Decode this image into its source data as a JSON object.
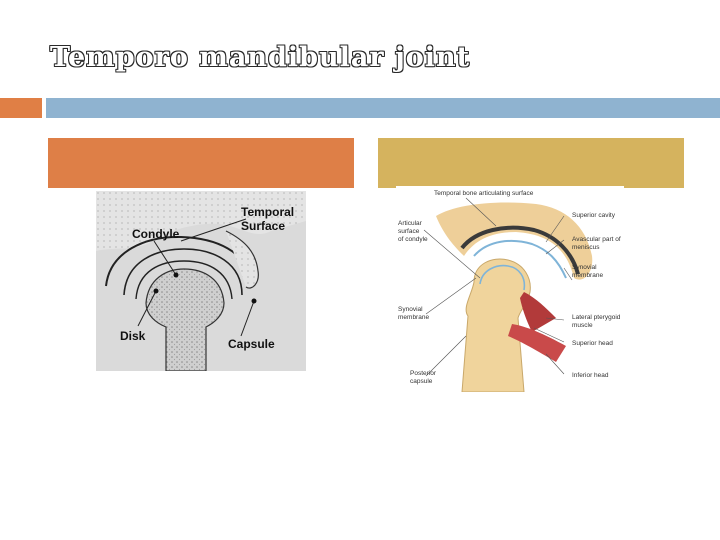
{
  "slide": {
    "title": "Temporo mandibular joint"
  },
  "theme": {
    "accent_orange": "#e07f45",
    "accent_blue": "#8fb3d0",
    "header_orange": "#de7f47",
    "header_gold": "#d5b35e"
  },
  "figure_left": {
    "labels": {
      "temporal_1": "Temporal",
      "temporal_2": "Surface",
      "condyle": "Condyle",
      "disk": "Disk",
      "capsule": "Capsule"
    }
  },
  "figure_right": {
    "labels": {
      "temporal_bone": "Temporal bone articulating surface",
      "articular_1": "Articular",
      "articular_2": "surface",
      "articular_3": "of condyle",
      "superior_cavity": "Superior cavity",
      "avascular_1": "Avascular part of",
      "avascular_2": "meniscus",
      "synovial_right_1": "Synovial",
      "synovial_right_2": "membrane",
      "synovial_left_1": "Synovial",
      "synovial_left_2": "membrane",
      "lateral_1": "Lateral pterygoid",
      "lateral_2": "muscle",
      "superior_head": "Superior head",
      "inferior_head": "Inferior head",
      "posterior_1": "Posterior",
      "posterior_2": "capsule"
    }
  }
}
